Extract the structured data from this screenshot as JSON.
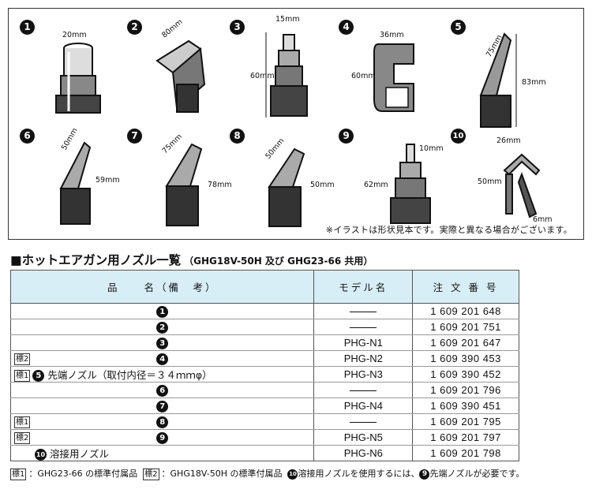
{
  "illustration": {
    "nozzles": [
      {
        "badge": "1",
        "dims": [
          "20mm"
        ]
      },
      {
        "badge": "2",
        "dims": [
          "80mm"
        ]
      },
      {
        "badge": "3",
        "dims": [
          "15mm",
          "60mm"
        ]
      },
      {
        "badge": "4",
        "dims": [
          "36mm",
          "60mm"
        ]
      },
      {
        "badge": "5",
        "dims": [
          "75mm",
          "83mm"
        ]
      },
      {
        "badge": "6",
        "dims": [
          "50mm",
          "59mm"
        ]
      },
      {
        "badge": "7",
        "dims": [
          "75mm",
          "78mm"
        ]
      },
      {
        "badge": "8",
        "dims": [
          "50mm",
          "50mm"
        ]
      },
      {
        "badge": "9",
        "dims": [
          "10mm",
          "62mm"
        ]
      },
      {
        "badge": "10",
        "dims": [
          "26mm",
          "50mm",
          "6mm"
        ]
      }
    ],
    "note": "※イラストは形状見本です。実際と異なる場合がございます。"
  },
  "section": {
    "title": "■ホットエアガン用ノズル一覧",
    "subtitle": "（GHG18V-50H 及び GHG23-66 共用）"
  },
  "table": {
    "headers": [
      "品　　名（備　考）",
      "モデル名",
      "注 文 番 号"
    ],
    "rows": [
      {
        "tag": "",
        "num": "1",
        "desc": "",
        "model": "",
        "order": "1 609 201 648"
      },
      {
        "tag": "",
        "num": "2",
        "desc": "",
        "model": "",
        "order": "1 609 201 751"
      },
      {
        "tag": "",
        "num": "3",
        "desc": "",
        "model": "PHG-N1",
        "order": "1 609 201 647"
      },
      {
        "tag": "標2",
        "num": "4",
        "desc": "",
        "model": "PHG-N2",
        "order": "1 609 390 453"
      },
      {
        "tag": "標1",
        "num": "5",
        "desc": "先端ノズル（取付内径＝３４ｍｍφ）",
        "model": "PHG-N3",
        "order": "1 609 390 452"
      },
      {
        "tag": "",
        "num": "6",
        "desc": "",
        "model": "",
        "order": "1 609 201 796"
      },
      {
        "tag": "",
        "num": "7",
        "desc": "",
        "model": "PHG-N4",
        "order": "1 609 390 451"
      },
      {
        "tag": "標1",
        "num": "8",
        "desc": "",
        "model": "",
        "order": "1 609 201 795"
      },
      {
        "tag": "標2",
        "num": "9",
        "desc": "",
        "model": "PHG-N5",
        "order": "1 609 201 797"
      },
      {
        "tag": "",
        "num": "10",
        "desc": "溶接用ノズル",
        "model": "PHG-N6",
        "order": "1 609 201 798"
      }
    ]
  },
  "footnote": {
    "tag1": "標1",
    "tag1_text": "：GHG23-66 の標準付属品",
    "tag2": "標2",
    "tag2_text": "：GHG18V-50H の標準付属品",
    "num10": "10",
    "mid_text": "溶接用ノズルを使用するには、",
    "num9": "9",
    "end_text": "先端ノズルが必要です。"
  },
  "colors": {
    "header_bg": "#d8eef7",
    "badge": "#111111"
  }
}
